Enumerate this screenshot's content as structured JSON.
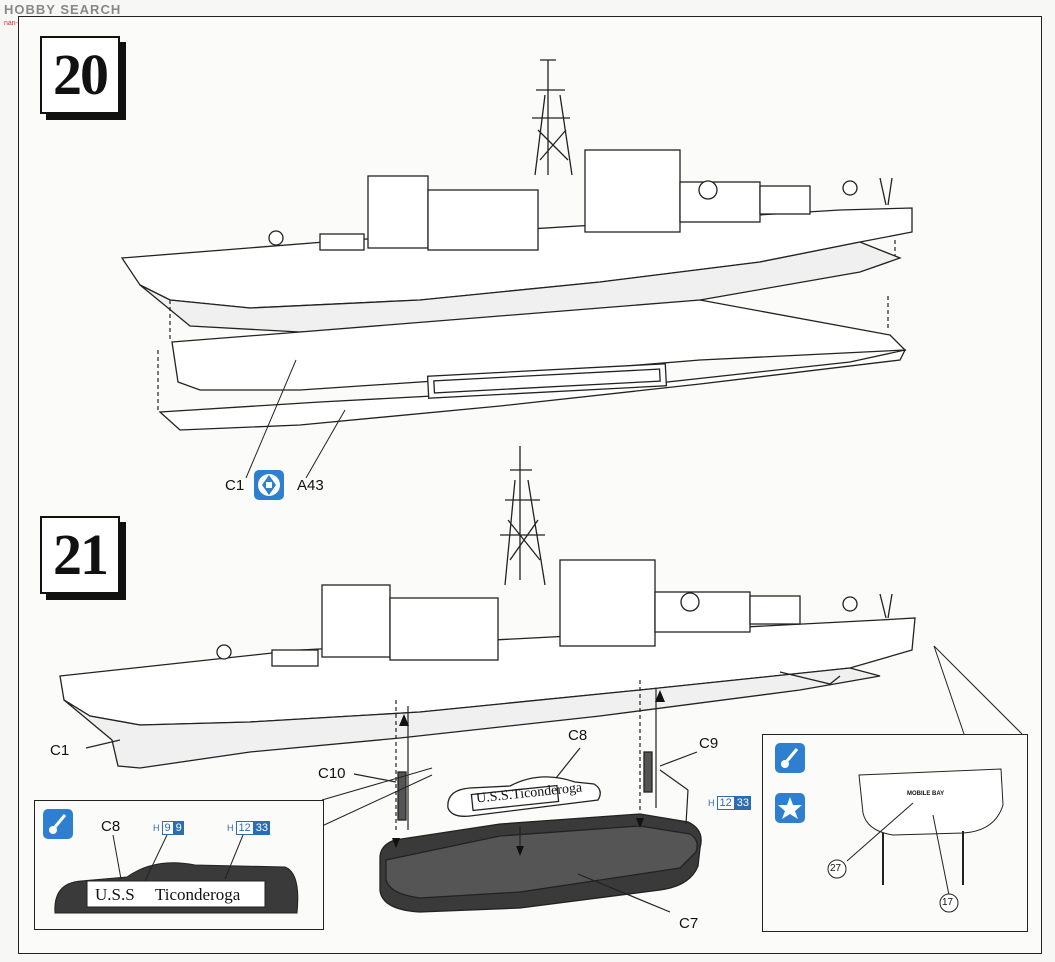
{
  "watermark": {
    "brand": "HOBBY SEARCH",
    "site": "nan-shou.com"
  },
  "step20": {
    "number": "20",
    "parts": {
      "a": "C1",
      "b": "A43"
    },
    "glue_icon": "cement-icon"
  },
  "step21": {
    "number": "21",
    "parts": {
      "c1": "C1",
      "c10": "C10",
      "c8": "C8",
      "c9": "C9",
      "c7": "C7"
    },
    "nameplate": "U.S.S.Ticonderoga",
    "paint_h": {
      "h": "H",
      "a": "12",
      "b": "33"
    }
  },
  "detail_left": {
    "part": "C8",
    "paint_1": {
      "h": "H",
      "a": "9",
      "b": "9"
    },
    "paint_2": {
      "h": "H",
      "a": "12",
      "b": "33"
    },
    "nameplate_a": "U.S.S",
    "nameplate_b": "Ticonderoga",
    "icon": "paint-brush-icon"
  },
  "detail_right": {
    "stern_text": "MOBILE BAY",
    "decal_1": "27",
    "decal_2": "17",
    "icons": [
      "paint-brush-icon",
      "decal-star-icon"
    ]
  }
}
